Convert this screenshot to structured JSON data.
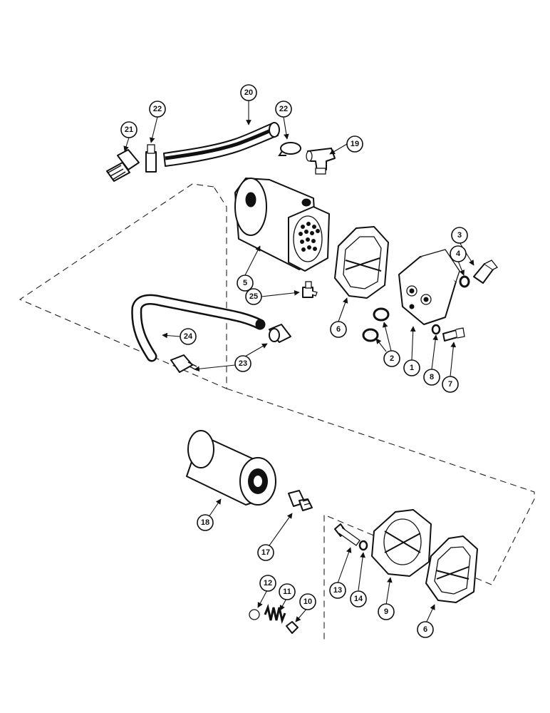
{
  "diagram": {
    "callouts": [
      "1",
      "2",
      "2",
      "3",
      "4",
      "5",
      "6",
      "6",
      "7",
      "8",
      "9",
      "10",
      "11",
      "12",
      "13",
      "14",
      "17",
      "18",
      "19",
      "20",
      "21",
      "22",
      "22",
      "23",
      "23",
      "24",
      "25"
    ]
  },
  "colors": {
    "ink": "#111111",
    "paper": "#ffffff"
  }
}
